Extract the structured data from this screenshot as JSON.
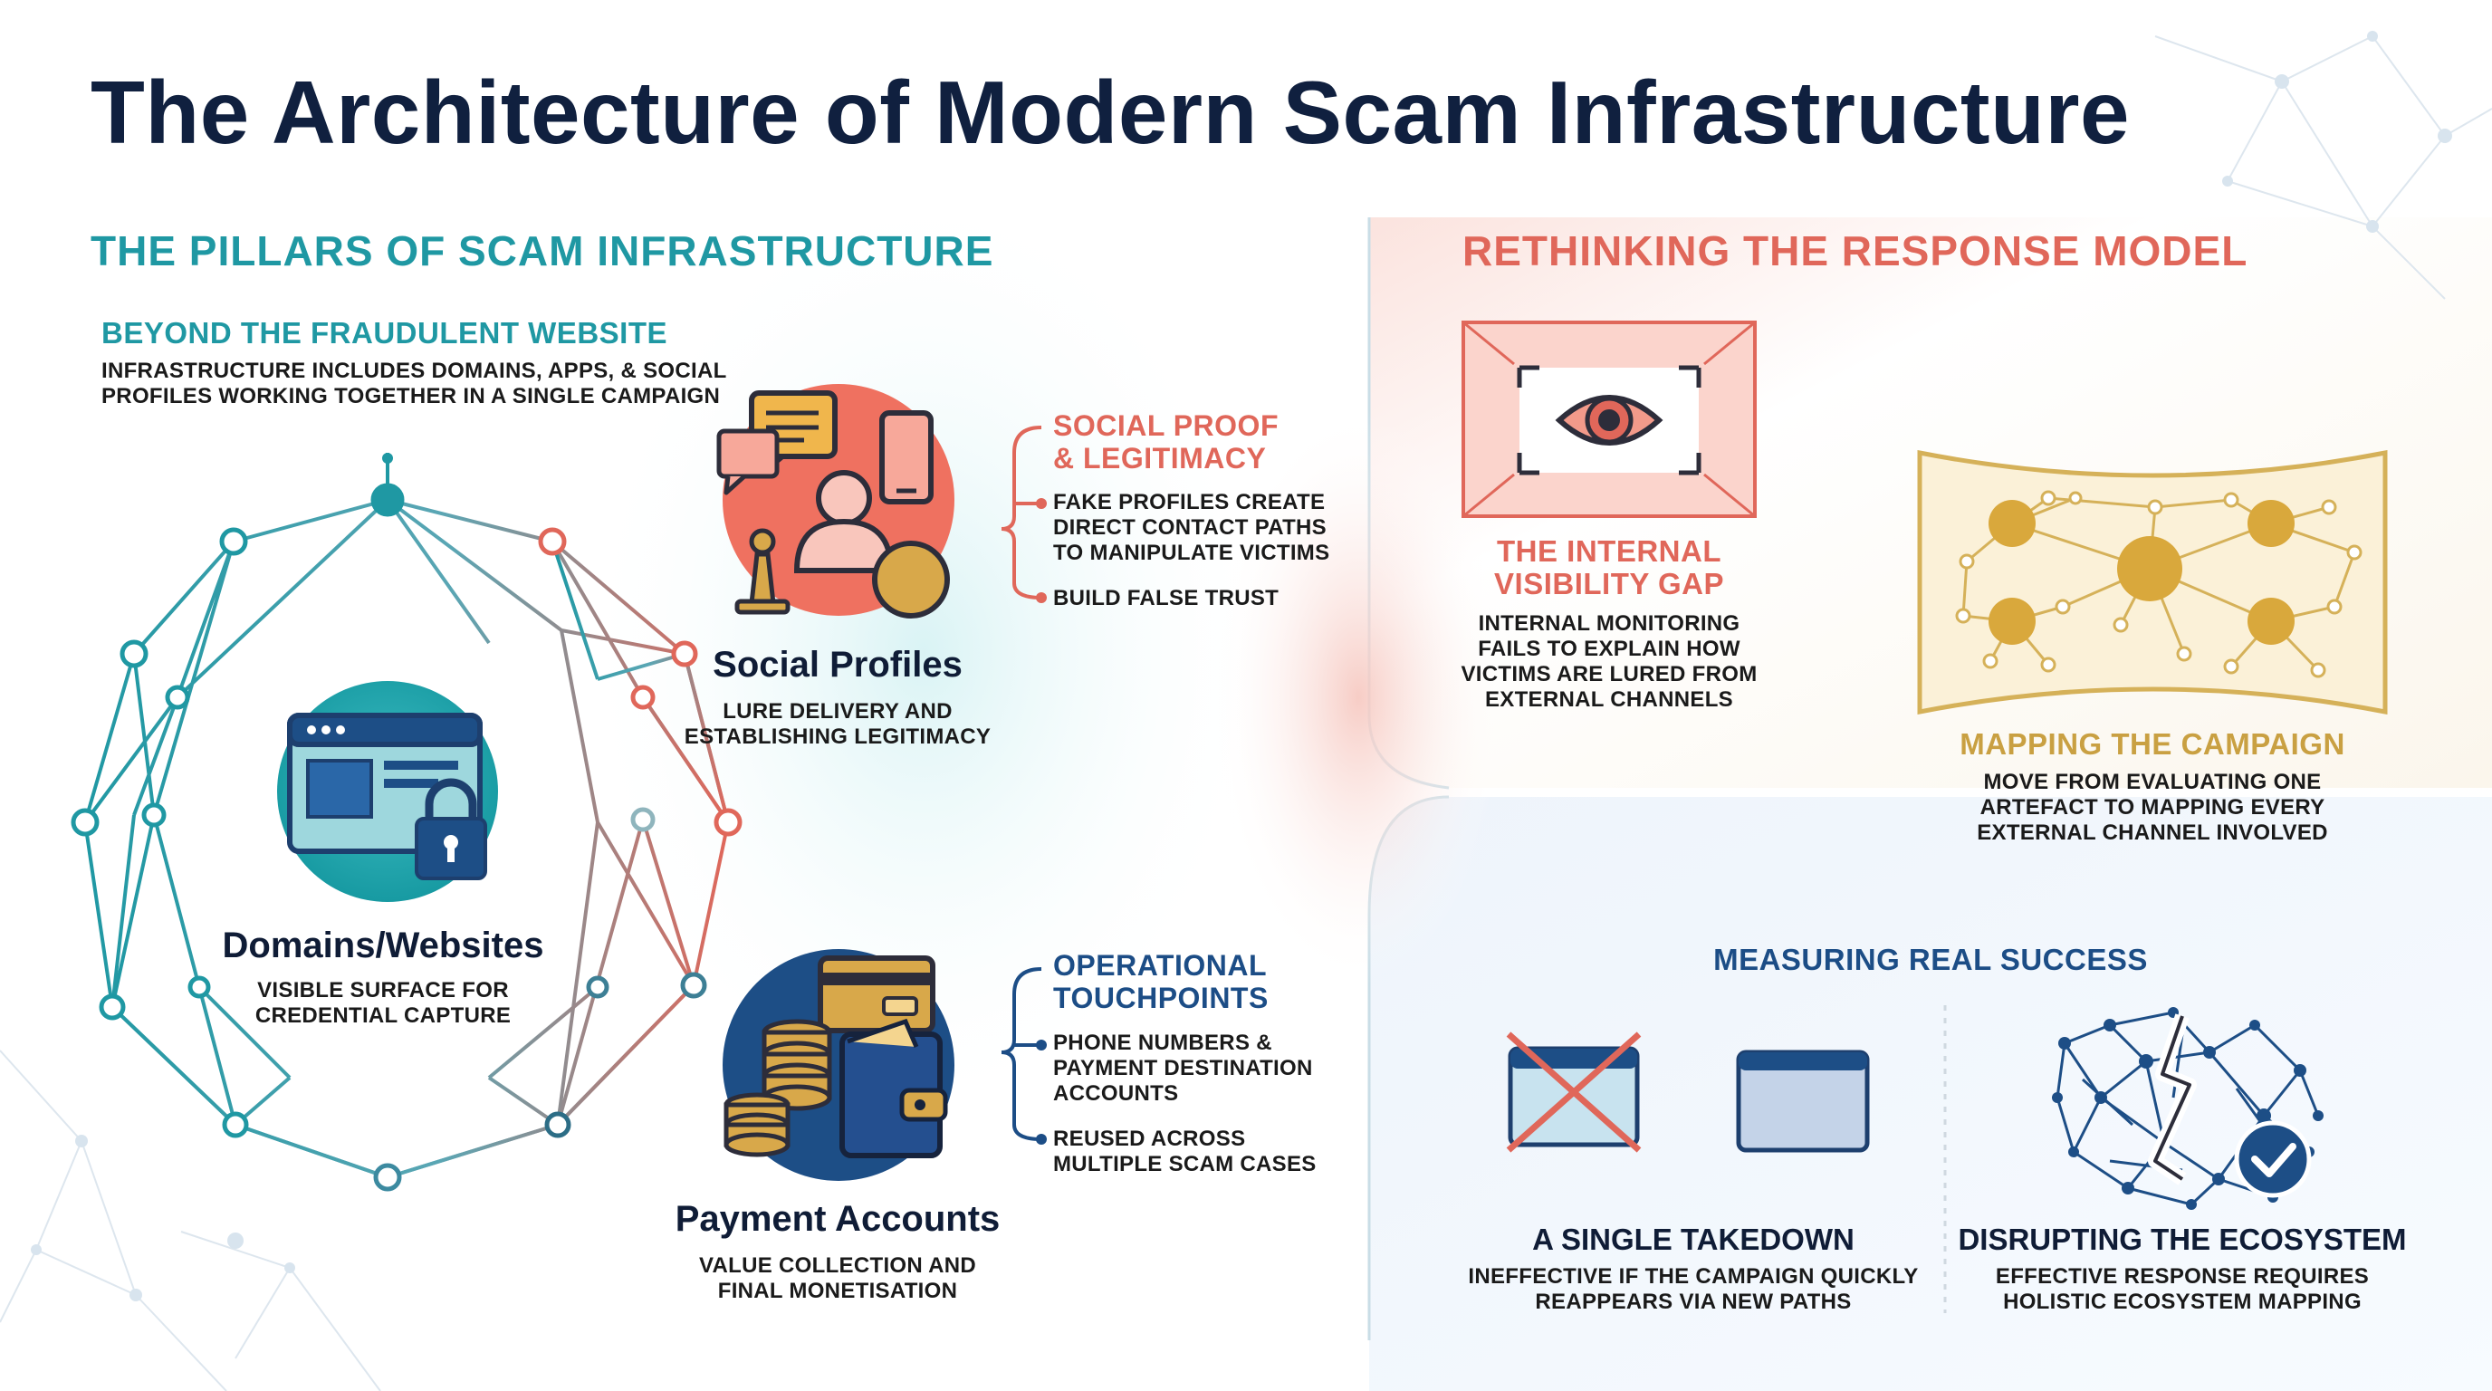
{
  "title": "The Architecture of Modern Scam Infrastructure",
  "left": {
    "heading": "THE PILLARS OF SCAM INFRASTRUCTURE",
    "intro": {
      "title": "BEYOND THE FRAUDULENT WEBSITE",
      "line1": "INFRASTRUCTURE INCLUDES DOMAINS, APPS, & SOCIAL",
      "line2": "PROFILES WORKING TOGETHER IN A SINGLE CAMPAIGN"
    },
    "domains": {
      "title": "Domains/Websites",
      "line1": "VISIBLE SURFACE FOR",
      "line2": "CREDENTIAL CAPTURE"
    },
    "social": {
      "title": "Social Profiles",
      "line1": "LURE DELIVERY AND",
      "line2": "ESTABLISHING LEGITIMACY",
      "side_title1": "SOCIAL PROOF",
      "side_title2": "& LEGITIMACY",
      "bullet1_l1": "FAKE PROFILES CREATE",
      "bullet1_l2": "DIRECT CONTACT PATHS",
      "bullet1_l3": "TO MANIPULATE VICTIMS",
      "bullet2": "BUILD FALSE TRUST"
    },
    "payment": {
      "title": "Payment Accounts",
      "line1": "VALUE COLLECTION AND",
      "line2": "FINAL MONETISATION",
      "side_title1": "OPERATIONAL",
      "side_title2": "TOUCHPOINTS",
      "bullet1_l1": "PHONE NUMBERS &",
      "bullet1_l2": "PAYMENT DESTINATION",
      "bullet1_l3": "ACCOUNTS",
      "bullet2_l1": "REUSED ACROSS",
      "bullet2_l2": "MULTIPLE SCAM CASES"
    }
  },
  "right": {
    "heading": "RETHINKING THE RESPONSE MODEL",
    "gap": {
      "title1": "THE INTERNAL",
      "title2": "VISIBILITY GAP",
      "line1": "INTERNAL MONITORING",
      "line2": "FAILS TO EXPLAIN HOW",
      "line3": "VICTIMS ARE LURED FROM",
      "line4": "EXTERNAL CHANNELS"
    },
    "mapping": {
      "title": "MAPPING THE CAMPAIGN",
      "line1": "MOVE FROM EVALUATING ONE",
      "line2": "ARTEFACT TO MAPPING EVERY",
      "line3": "EXTERNAL CHANNEL INVOLVED"
    },
    "measuring": {
      "heading": "MEASURING REAL SUCCESS",
      "takedown": {
        "title": "A SINGLE TAKEDOWN",
        "line1": "INEFFECTIVE IF THE CAMPAIGN QUICKLY",
        "line2": "REAPPEARS VIA NEW PATHS"
      },
      "ecosystem": {
        "title": "DISRUPTING THE ECOSYSTEM",
        "line1": "EFFECTIVE RESPONSE REQUIRES",
        "line2": "HOLISTIC ECOSYSTEM MAPPING"
      }
    }
  },
  "colors": {
    "navy": "#0f1c36",
    "teal": "#1f98a3",
    "coral": "#e0675a",
    "gold": "#c9a042",
    "blue": "#1c4d86"
  }
}
